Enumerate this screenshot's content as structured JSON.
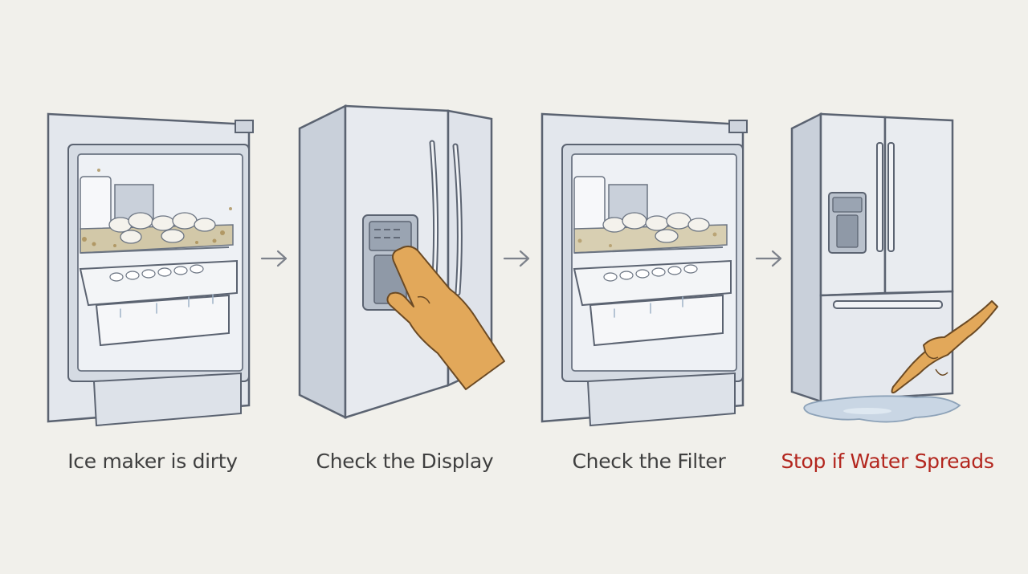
{
  "steps": [
    {
      "label": "Ice maker is dirty"
    },
    {
      "label": "Check the Display"
    },
    {
      "label": "Check the Filter"
    },
    {
      "label": "Stop if Water Spreads"
    }
  ],
  "colors": {
    "background": "#f1f0eb",
    "appliance": "#dfe3ea",
    "outline": "#5b6371",
    "caption": "#3f3f3f",
    "warning": "#b3261e",
    "skin": "#e2a85a",
    "water": "#c9d6e4"
  }
}
